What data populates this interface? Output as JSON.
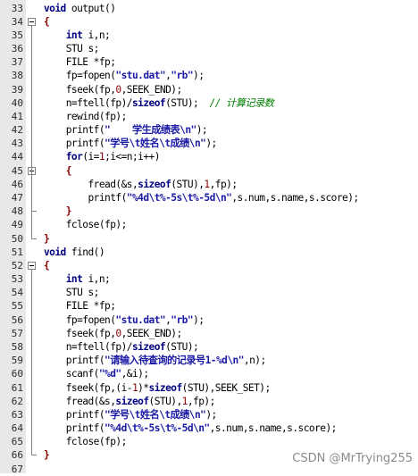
{
  "editor": {
    "watermark": "CSDN @MrTrying255",
    "lines": [
      {
        "n": "33",
        "t": "void output()"
      },
      {
        "n": "34",
        "t": "{"
      },
      {
        "n": "35",
        "t": "    int i,n;"
      },
      {
        "n": "36",
        "t": "    STU s;"
      },
      {
        "n": "37",
        "t": "    FILE *fp;"
      },
      {
        "n": "38",
        "t": "    fp=fopen(\"stu.dat\",\"rb\");"
      },
      {
        "n": "39",
        "t": "    fseek(fp,0,SEEK_END);"
      },
      {
        "n": "40",
        "t": "    n=ftell(fp)/sizeof(STU);  // 计算记录数"
      },
      {
        "n": "41",
        "t": "    rewind(fp);"
      },
      {
        "n": "42",
        "t": "    printf(\"    学生成绩表\\n\");"
      },
      {
        "n": "43",
        "t": "    printf(\"学号\\t姓名\\t成绩\\n\");"
      },
      {
        "n": "44",
        "t": "    for(i=1;i<=n;i++)"
      },
      {
        "n": "45",
        "t": "    {"
      },
      {
        "n": "46",
        "t": "        fread(&s,sizeof(STU),1,fp);"
      },
      {
        "n": "47",
        "t": "        printf(\"%4d\\t%-5s\\t%-5d\\n\",s.num,s.name,s.score);"
      },
      {
        "n": "48",
        "t": "    }"
      },
      {
        "n": "49",
        "t": "    fclose(fp);"
      },
      {
        "n": "50",
        "t": "}"
      },
      {
        "n": "51",
        "t": "void find()"
      },
      {
        "n": "52",
        "t": "{"
      },
      {
        "n": "53",
        "t": "    int i,n;"
      },
      {
        "n": "54",
        "t": "    STU s;"
      },
      {
        "n": "55",
        "t": "    FILE *fp;"
      },
      {
        "n": "56",
        "t": "    fp=fopen(\"stu.dat\",\"rb\");"
      },
      {
        "n": "57",
        "t": "    fseek(fp,0,SEEK_END);"
      },
      {
        "n": "58",
        "t": "    n=ftell(fp)/sizeof(STU);"
      },
      {
        "n": "59",
        "t": "    printf(\"请输入待查询的记录号1-%d\\n\",n);"
      },
      {
        "n": "60",
        "t": "    scanf(\"%d\",&i);"
      },
      {
        "n": "61",
        "t": "    fseek(fp,(i-1)*sizeof(STU),SEEK_SET);"
      },
      {
        "n": "62",
        "t": "    fread(&s,sizeof(STU),1,fp);"
      },
      {
        "n": "63",
        "t": "    printf(\"学号\\t姓名\\t成绩\\n\");"
      },
      {
        "n": "64",
        "t": "    printf(\"%4d\\t%-5s\\t%-5d\\n\",s.num,s.name,s.score);"
      },
      {
        "n": "65",
        "t": "    fclose(fp);"
      },
      {
        "n": "66",
        "t": "}"
      },
      {
        "n": "67",
        "t": ""
      }
    ]
  }
}
